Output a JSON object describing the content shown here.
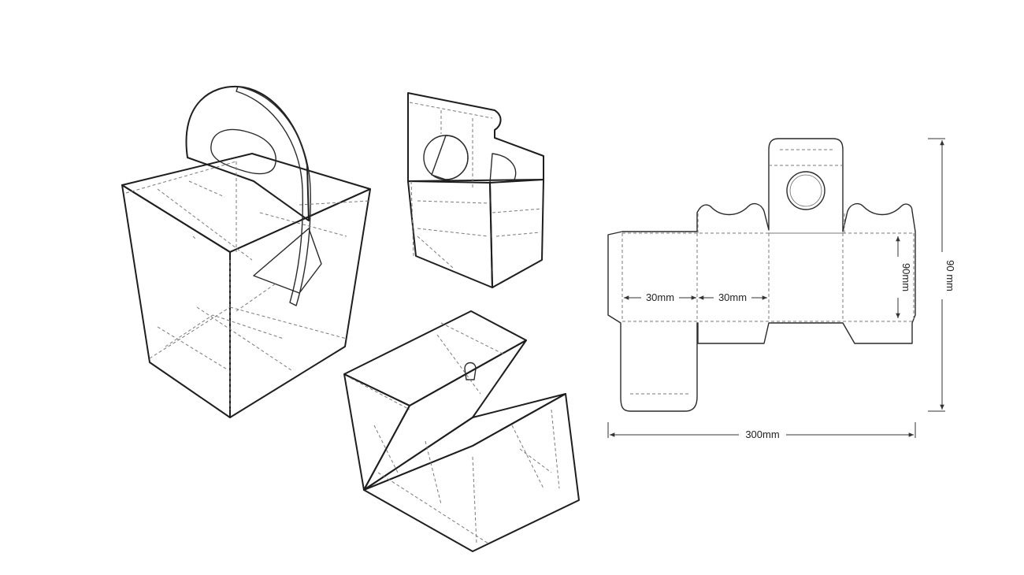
{
  "colors": {
    "accent_yellow": "#f2ee1a",
    "panel_gray": "#e9e9e9",
    "outline": "#1e1e1e"
  },
  "dieline": {
    "dim_panel_width_1": "30mm",
    "dim_panel_width_2": "30mm",
    "dim_panel_height": "90mm",
    "dim_total_height": "90 mm",
    "dim_total_width": "300mm"
  }
}
